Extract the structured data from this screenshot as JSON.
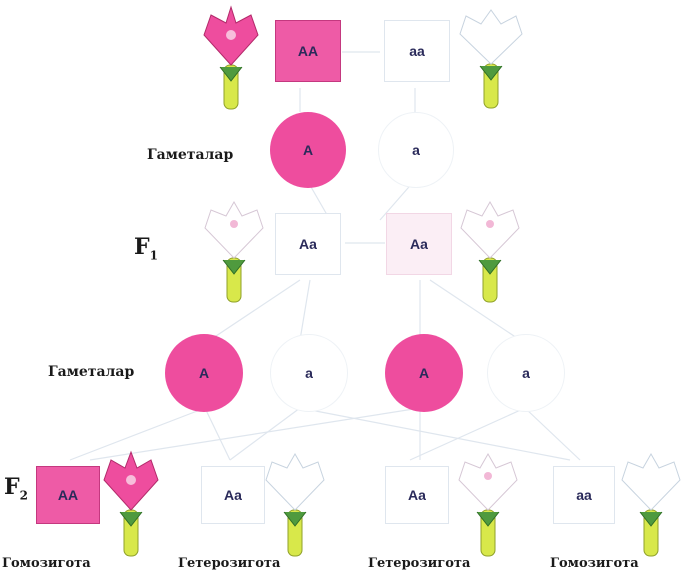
{
  "genotypes": {
    "p_pink": "AA",
    "p_white": "aa",
    "f1_left": "Aa",
    "f1_right": "Aa",
    "f2_1": "AA",
    "f2_2": "Aa",
    "f2_3": "Aa",
    "f2_4": "aa"
  },
  "gametes": {
    "label": "Гаметалар",
    "p_dominant": "A",
    "p_recessive": "a",
    "f1_dominant_1": "A",
    "f1_recessive_1": "a",
    "f1_dominant_2": "A",
    "f1_recessive_2": "a"
  },
  "generations": {
    "f1": {
      "letter": "F",
      "sub": "1"
    },
    "f2": {
      "letter": "F",
      "sub": "2"
    }
  },
  "bottom_labels": [
    "Гомозигота",
    "Гетерозигота",
    "Гетерозигота",
    "Гомозигота"
  ],
  "colors": {
    "pink": "#ee4d9e",
    "white": "#ffffff",
    "stem": "#d8e84a"
  }
}
